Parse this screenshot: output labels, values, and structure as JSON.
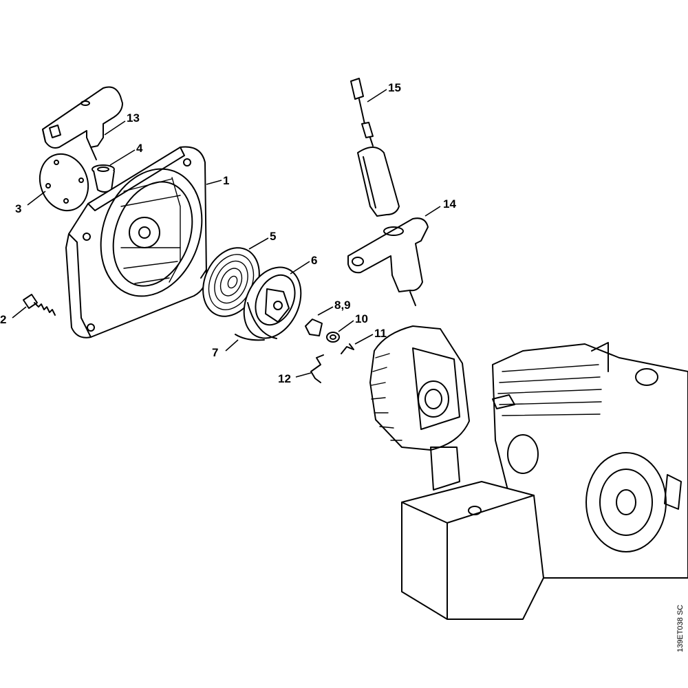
{
  "callouts": {
    "c1": "1",
    "c2": "2",
    "c3": "3",
    "c4": "4",
    "c5": "5",
    "c6": "6",
    "c7": "7",
    "c8_9": "8,9",
    "c10": "10",
    "c11": "11",
    "c12": "12",
    "c13": "13",
    "c14": "14",
    "c15": "15"
  },
  "drawing_code": "139ET038 SC",
  "colors": {
    "line": "#000000",
    "background": "#ffffff"
  }
}
